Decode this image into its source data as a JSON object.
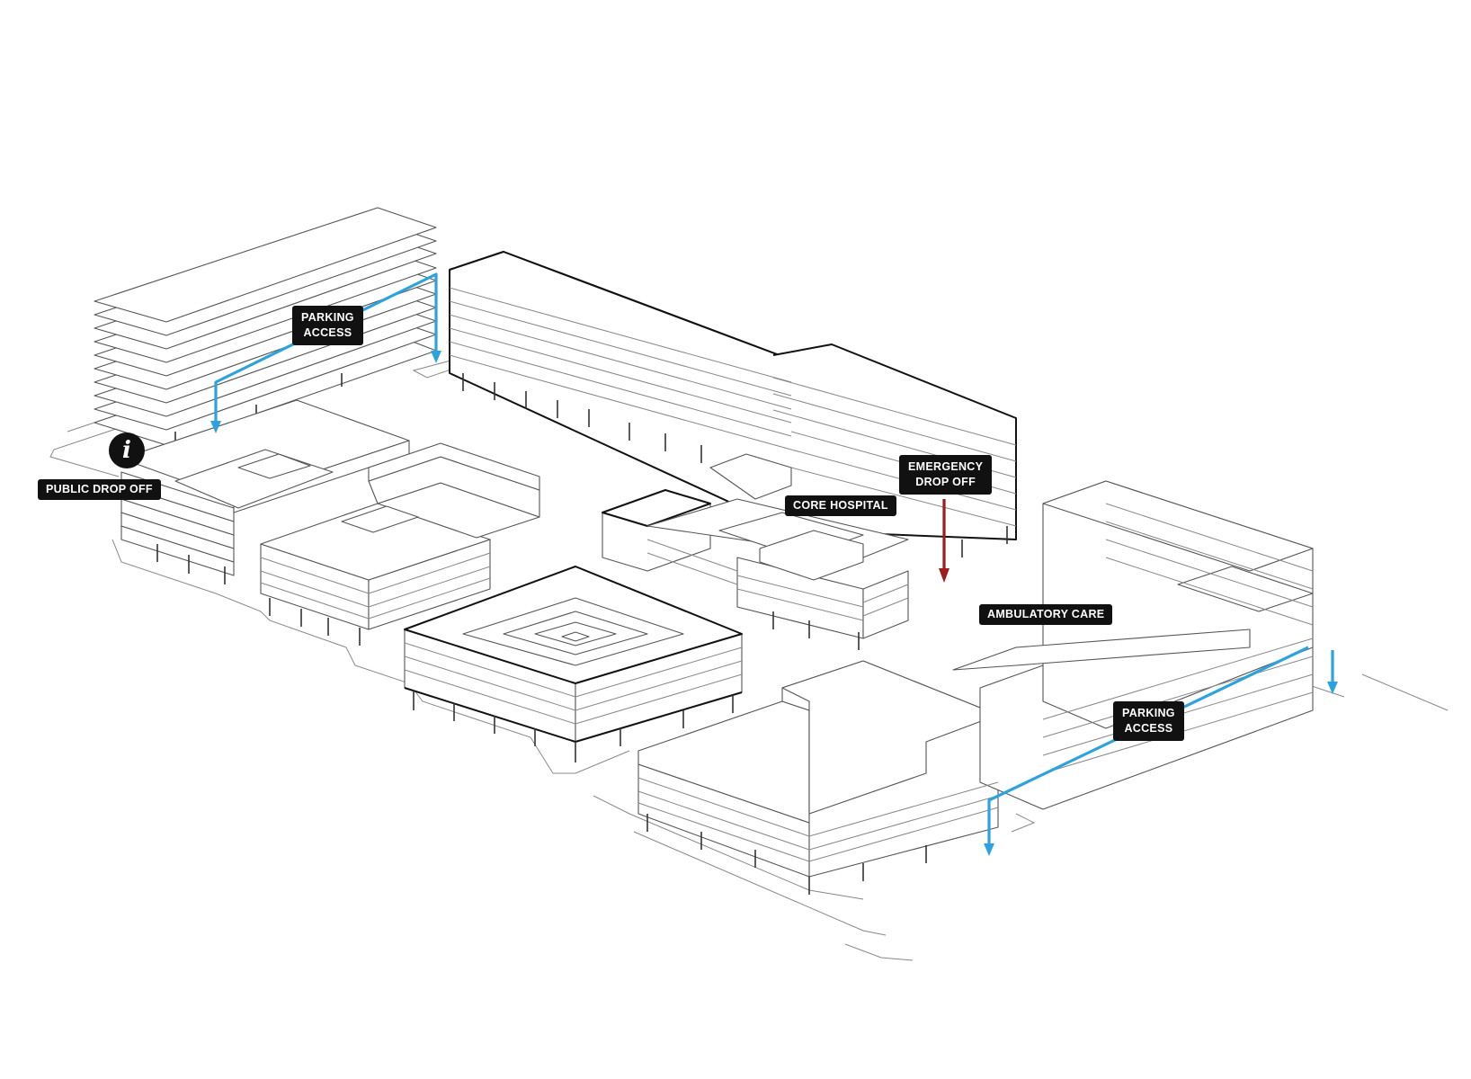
{
  "labels": {
    "parking_access_top": {
      "line1": "PARKING",
      "line2": "ACCESS"
    },
    "public_drop_off": "PUBLIC DROP OFF",
    "emergency_drop_off": {
      "line1": "EMERGENCY",
      "line2": "DROP OFF"
    },
    "core_hospital": "CORE HOSPITAL",
    "ambulatory_care": "AMBULATORY CARE",
    "parking_access_bottom": {
      "line1": "PARKING",
      "line2": "ACCESS"
    }
  },
  "icons": {
    "info": "i"
  },
  "colors": {
    "parking_route": "#2da3dd",
    "emergency_route": "#9b1d20",
    "label_background": "#111111",
    "label_text": "#ffffff"
  }
}
